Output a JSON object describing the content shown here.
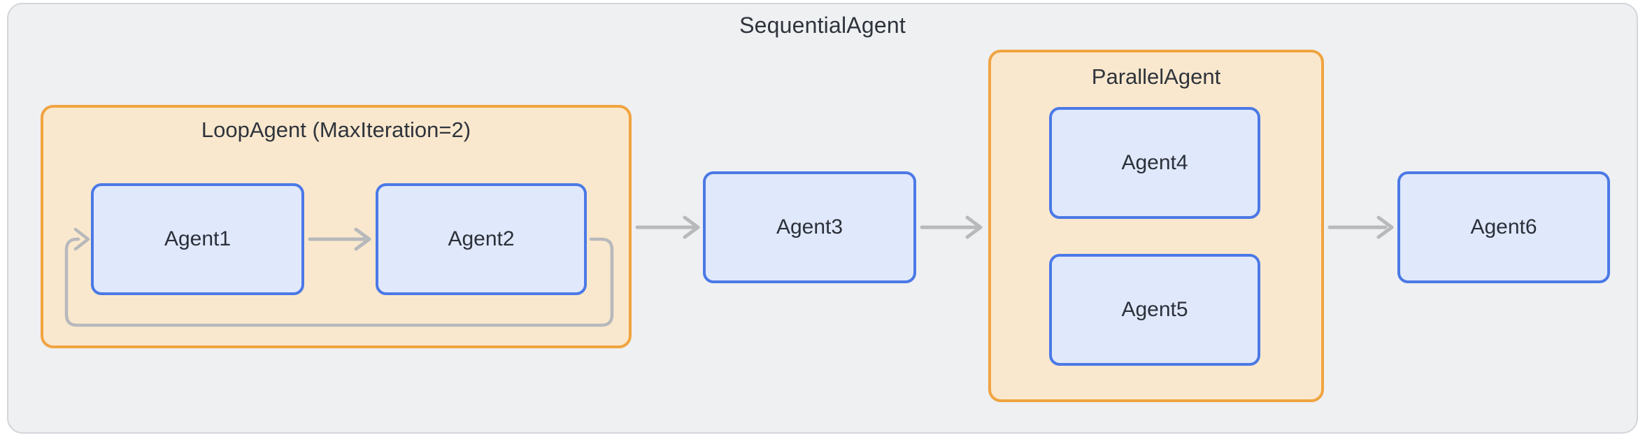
{
  "diagram": {
    "title": "SequentialAgent",
    "groups": {
      "loop": {
        "label": "LoopAgent (MaxIteration=2)"
      },
      "parallel": {
        "label": "ParallelAgent"
      }
    },
    "nodes": {
      "agent1": {
        "label": "Agent1"
      },
      "agent2": {
        "label": "Agent2"
      },
      "agent3": {
        "label": "Agent3"
      },
      "agent4": {
        "label": "Agent4"
      },
      "agent5": {
        "label": "Agent5"
      },
      "agent6": {
        "label": "Agent6"
      }
    },
    "edges": [
      {
        "from": "agent1",
        "to": "agent2",
        "type": "arrow"
      },
      {
        "from": "agent2",
        "to": "agent1",
        "type": "loop-back"
      },
      {
        "from": "loop-group",
        "to": "agent3",
        "type": "arrow"
      },
      {
        "from": "agent3",
        "to": "parallel-group",
        "type": "arrow"
      },
      {
        "from": "parallel-group",
        "to": "agent6",
        "type": "arrow"
      }
    ],
    "colors": {
      "canvas_fill": "#eef0f2",
      "canvas_border": "#d3d6da",
      "group_fill": "#fae8ce",
      "group_border": "#f0a440",
      "node_fill": "#e0e8fb",
      "node_border": "#4b79e6",
      "arrow": "#b7b9bb",
      "text": "#2f343c"
    }
  }
}
